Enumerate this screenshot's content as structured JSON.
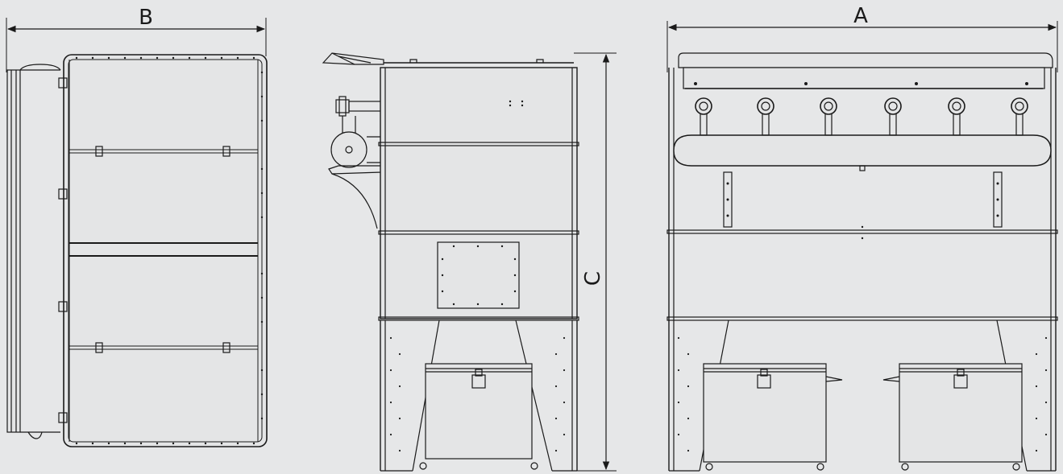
{
  "drawing": {
    "background": "#e6e7e8",
    "line_color": "#1a1a1a",
    "panel_fill": "#e4e5e6",
    "dimensions": {
      "width_label": "B",
      "height_label": "C",
      "length_label": "A"
    },
    "views": [
      "side-view",
      "end-view",
      "front-view"
    ],
    "nozzle_count": 6
  }
}
